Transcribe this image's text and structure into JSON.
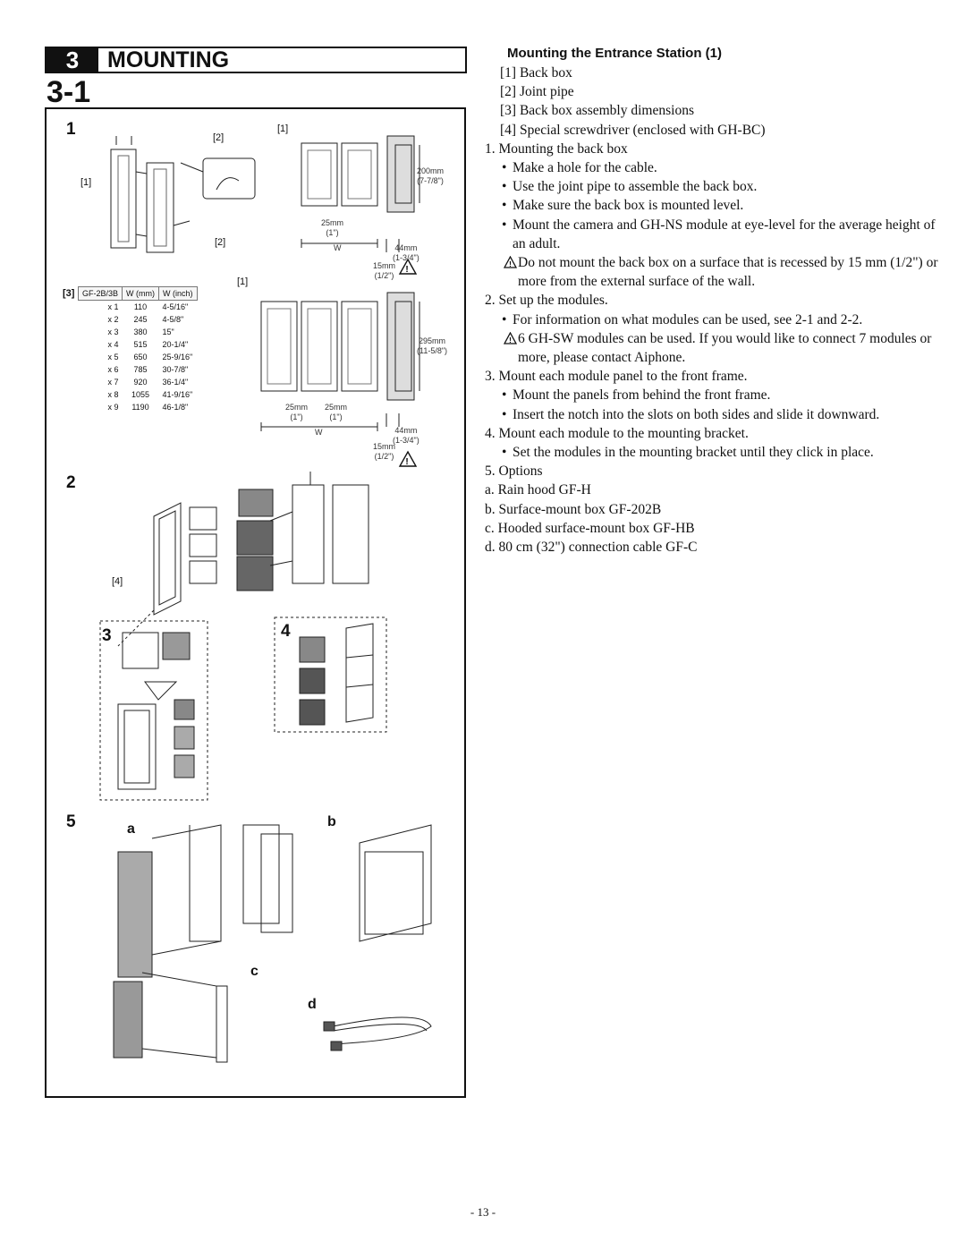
{
  "section": {
    "number": "3",
    "title": "MOUNTING",
    "subsection": "3-1"
  },
  "figure": {
    "steps": [
      "1",
      "2",
      "3",
      "4",
      "5"
    ],
    "callouts": {
      "c1": "[1]",
      "c2": "[2]",
      "c3": "[3]",
      "c4": "[4]"
    },
    "option_letters": [
      "a",
      "b",
      "c",
      "d"
    ],
    "dims": {
      "h200": "200mm",
      "h200_in": "(7-7/8\")",
      "h295": "295mm",
      "h295_in": "(11-5/8\")",
      "gap": "25mm",
      "gap_in": "(1\")",
      "w": "W",
      "d44": "44mm",
      "d44_in": "(1-3/4\")",
      "d15": "15mm",
      "d15_in": "(1/2\")"
    },
    "table": {
      "headers": [
        "GF-2B/3B",
        "W (mm)",
        "W (inch)"
      ],
      "rows": [
        [
          "x 1",
          "110",
          "4-5/16\""
        ],
        [
          "x 2",
          "245",
          "4-5/8\""
        ],
        [
          "x 3",
          "380",
          "15\""
        ],
        [
          "x 4",
          "515",
          "20-1/4\""
        ],
        [
          "x 5",
          "650",
          "25-9/16\""
        ],
        [
          "x 6",
          "785",
          "30-7/8\""
        ],
        [
          "x 7",
          "920",
          "36-1/4\""
        ],
        [
          "x 8",
          "1055",
          "41-9/16\""
        ],
        [
          "x 9",
          "1190",
          "46-1/8\""
        ]
      ]
    }
  },
  "text": {
    "heading": "Mounting the Entrance Station (1)",
    "parts": [
      "[1]  Back box",
      "[2]  Joint pipe",
      "[3]  Back box assembly dimensions",
      "[4]  Special screwdriver (enclosed with GH-BC)"
    ],
    "s1": "1. Mounting the back box",
    "s1_b1": "Make a hole for the cable.",
    "s1_b2": "Use the joint pipe to assemble the back box.",
    "s1_b3": "Make sure the back box is mounted level.",
    "s1_b4": "Mount the camera and GH-NS module at eye-level for the average height of an adult.",
    "s1_w": "Do not mount the back box on a surface that is recessed by 15 mm (1/2\") or more from the external surface of the wall.",
    "s2": "2. Set up the modules.",
    "s2_b1": "For information on what modules can be used, see 2-1 and 2-2.",
    "s2_w": "6 GH-SW modules can be used. If you would like to connect 7 modules or more, please contact Aiphone.",
    "s3": "3. Mount each module panel to the front frame.",
    "s3_b1": "Mount the panels from behind the front frame.",
    "s3_b2": "Insert the notch into the slots on both sides and slide it downward.",
    "s4": "4. Mount each module to the mounting bracket.",
    "s4_b1": "Set the modules in the mounting bracket until they click in place.",
    "s5": "5. Options",
    "opt_a": "a. Rain hood GF-H",
    "opt_b": "b. Surface-mount box GF-202B",
    "opt_c": "c. Hooded surface-mount box GF-HB",
    "opt_d": "d. 80 cm (32\") connection cable GF-C"
  },
  "page_number": "- 13 -"
}
